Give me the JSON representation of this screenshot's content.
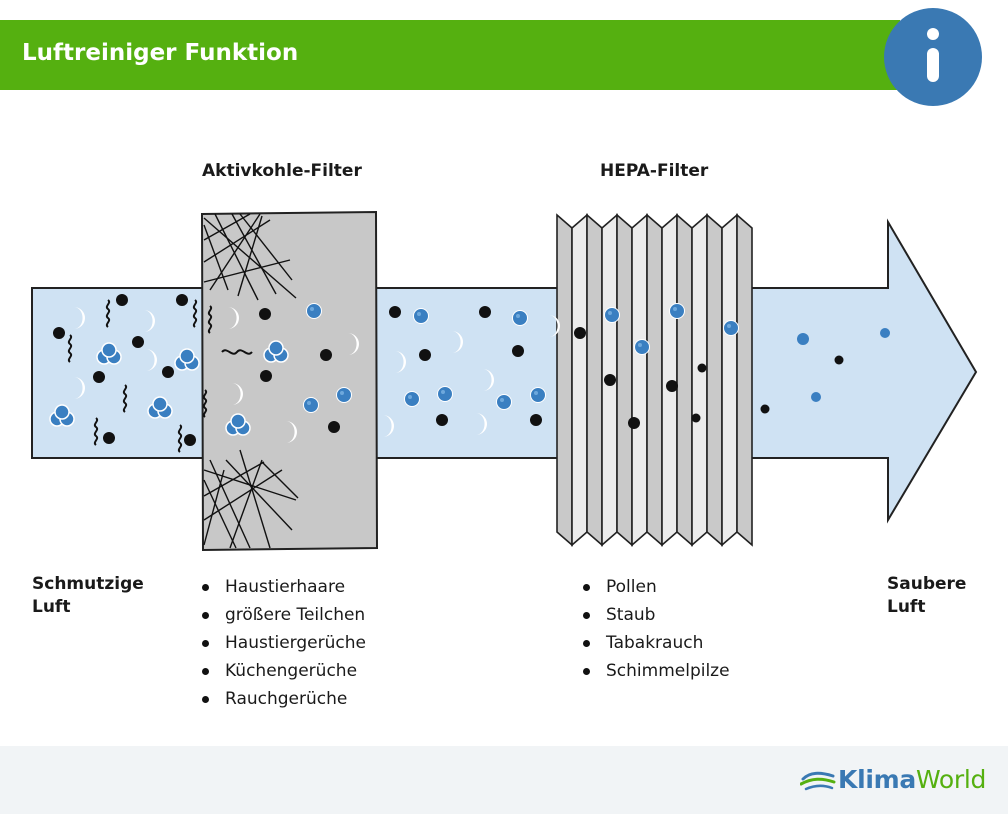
{
  "header": {
    "title": "Luftreiniger Funktion"
  },
  "icons": {
    "info": "info-icon",
    "logo_mark": "wind-logo-icon"
  },
  "colors": {
    "header_green": "#55b010",
    "info_blue": "#3a79b3",
    "particle_blue": "#3a7fc1",
    "stream_blue": "#cfe2f3"
  },
  "filters": [
    {
      "title": "Aktivkohle-Filter",
      "items": [
        "Haustierhaare",
        "größere Teilchen",
        "Haustiergerüche",
        "Küchengerüche",
        "Rauchgerüche"
      ]
    },
    {
      "title": "HEPA-Filter",
      "items": [
        "Pollen",
        "Staub",
        "Tabakrauch",
        "Schimmelpilze"
      ]
    }
  ],
  "labels": {
    "dirty": [
      "Schmutzige",
      "Luft"
    ],
    "clean": [
      "Saubere",
      "Luft"
    ]
  },
  "logo": {
    "part1": "Klima",
    "part2": "World"
  }
}
